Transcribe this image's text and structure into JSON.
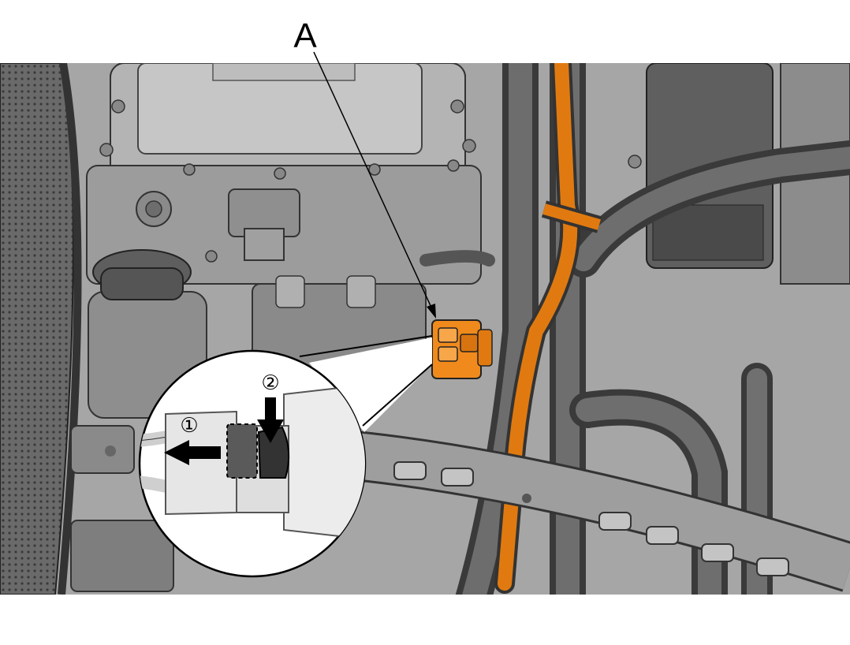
{
  "diagram": {
    "callout_label": "A",
    "step_1_label": "①",
    "step_2_label": "②"
  },
  "colors": {
    "background": "#ffffff",
    "engine_gray": "#9a9a9a",
    "dark_hose": "#5a5a5a",
    "orange_cable": "#e07a10",
    "connector_orange": "#f08a1c",
    "inset_fill": "#f2f2f2",
    "arrow_black": "#000000"
  }
}
